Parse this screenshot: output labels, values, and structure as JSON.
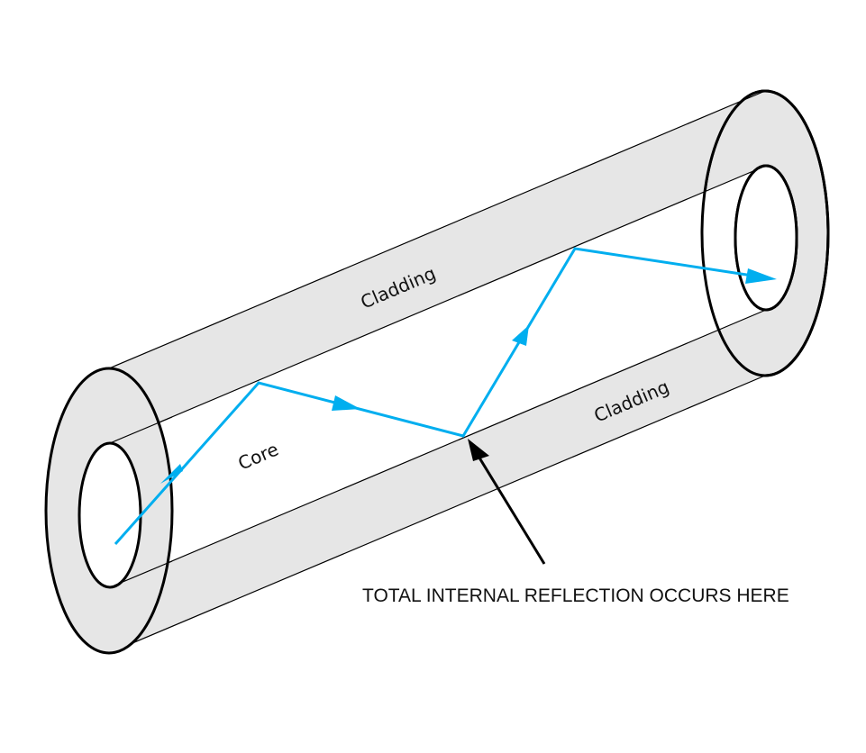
{
  "diagram": {
    "title": "Optical fiber total internal reflection",
    "labels": {
      "cladding_top": "Cladding",
      "cladding_bottom": "Cladding",
      "core": "Core",
      "annotation": "TOTAL INTERNAL REFLECTION OCCURS HERE"
    },
    "colors": {
      "cladding_fill": "#e6e6e6",
      "core_fill": "#ffffff",
      "outline": "#000000",
      "ray": "#00aeef"
    },
    "ray_segments": 4,
    "reflection_points": 3
  }
}
